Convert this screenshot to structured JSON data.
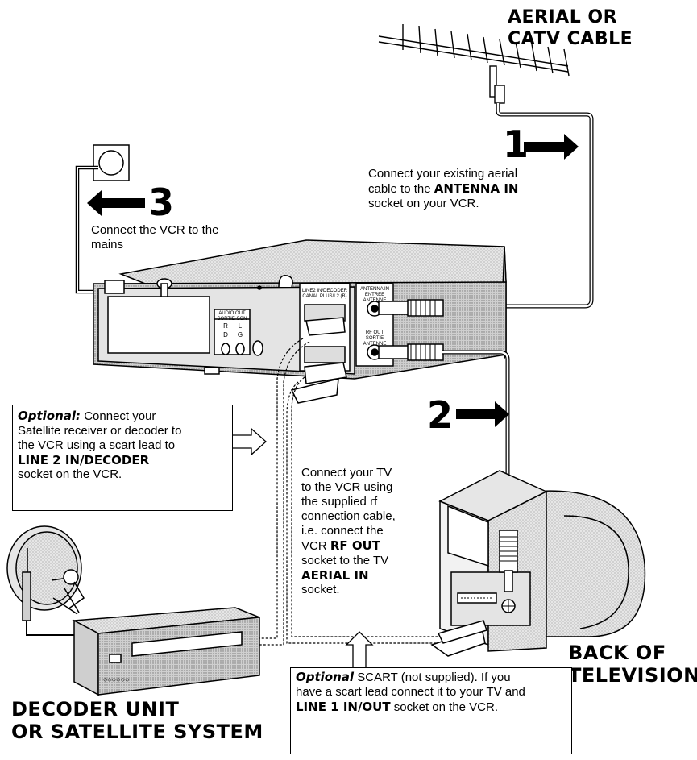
{
  "labels": {
    "aerial_line1": "AERIAL OR",
    "aerial_line2": "CATV CABLE",
    "decoder_line1": "DECODER UNIT",
    "decoder_line2": "OR SATELLITE SYSTEM",
    "tv_line1": "BACK OF",
    "tv_line2": "TELEVISION"
  },
  "steps": {
    "step1": {
      "number": "1",
      "line1": "Connect your existing aerial",
      "line2_prefix": "cable to the ",
      "line2_bold": "ANTENNA IN",
      "line3": "socket on your VCR."
    },
    "step2": {
      "number": "2",
      "lines": [
        "Connect your TV",
        "to the VCR using",
        "the supplied rf",
        "connection cable,",
        "i.e. connect the"
      ],
      "line6_prefix": "VCR ",
      "line6_bold": "RF OUT",
      "line7": "socket to the TV",
      "line8_bold": "AERIAL IN",
      "line9": "socket."
    },
    "step3": {
      "number": "3",
      "line1": "Connect the VCR to the",
      "line2": "mains"
    }
  },
  "optional_box_1": {
    "italic": "Optional:",
    "line1_rest": " Connect your",
    "line2": "Satellite receiver or decoder to",
    "line3": "the VCR using a scart lead to",
    "line4_bold": "LINE 2 IN/DECODER",
    "line5": "socket on the VCR."
  },
  "optional_box_2": {
    "italic": "Optional",
    "line1_rest": " SCART (not supplied). If you",
    "line2": "have a scart lead connect it to your TV and",
    "line3_bold": "LINE 1 IN/OUT",
    "line3_rest": " socket on the VCR."
  },
  "vcr_panel": {
    "scart_label_1": "LINE2 IN/DECODER",
    "scart_label_2": "CANAL PLUS/L2 (B)",
    "antenna_in_1": "ANTENNA IN",
    "antenna_in_2": "ENTREE ANTENNE",
    "rf_out_1": "RF OUT",
    "rf_out_2": "SORTIE ANTENNE",
    "audio_out_1": "AUDIO OUT",
    "audio_out_2": "SORTIE SON",
    "audio_r": "R",
    "audio_l": "L",
    "audio_d": "D",
    "audio_g": "G"
  },
  "decoder_panel": {
    "dots": "○○○○○○"
  }
}
